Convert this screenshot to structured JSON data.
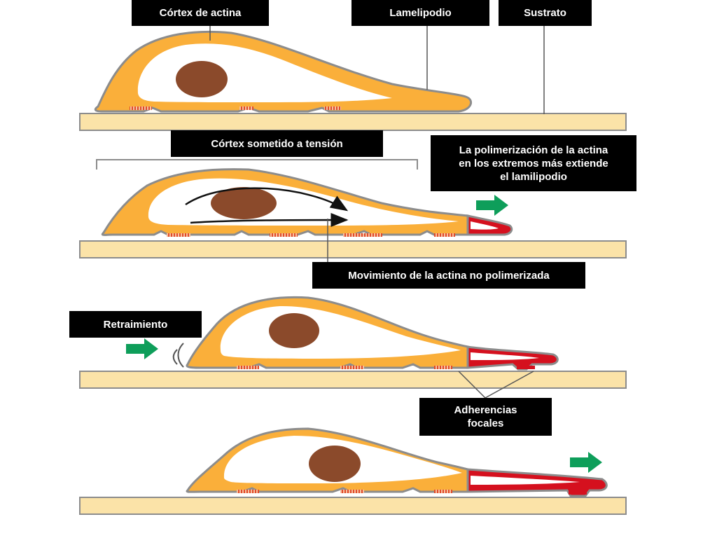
{
  "labels": {
    "cortex_actina": "Córtex de actina",
    "lamelipodio": "Lamelipodio",
    "sustrato": "Sustrato",
    "cortex_tension": "Córtex sometido a tensión",
    "polimerizacion_l1": "La polimerización de la actina",
    "polimerizacion_l2": "en los extremos más extiende",
    "polimerizacion_l3": "el lamilipodio",
    "movimiento": "Movimiento de la actina no polimerizada",
    "retraimiento": "Retraimiento",
    "adherencias_l1": "Adherencias",
    "adherencias_l2": "focales"
  },
  "colors": {
    "cytoplasm": "#FAAF3A",
    "cell_outline": "#8C8C8C",
    "nucleus": "#8B4A2B",
    "polymerized_actin": "#D5101E",
    "substrate": "#FBE3A8",
    "arrow": "#0E9E5A"
  }
}
